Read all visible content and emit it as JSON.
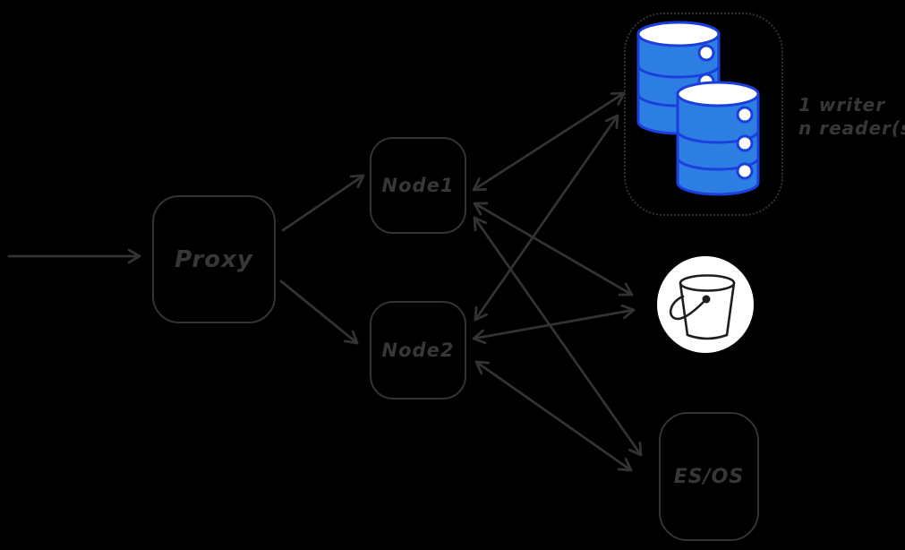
{
  "diagram": {
    "colors": {
      "background": "#000000",
      "stroke": "#333333",
      "db_fill": "#2d7ee3",
      "db_stroke": "#1b3fdd",
      "bucket_background": "#ffffff",
      "bucket_stroke": "#1e1e1e"
    },
    "nodes": {
      "proxy": {
        "label": "Proxy"
      },
      "node1": {
        "label": "Node1"
      },
      "node2": {
        "label": "Node2"
      },
      "es_os": {
        "label": "ES/OS"
      },
      "database_cluster": {
        "icon": "database-cylinders-icon",
        "annotation": [
          "1 writer",
          "n reader(s)"
        ]
      },
      "object_storage": {
        "icon": "bucket-icon"
      }
    },
    "edges": [
      {
        "from": "client",
        "to": "proxy",
        "type": "arrow"
      },
      {
        "from": "proxy",
        "to": "node1",
        "type": "arrow"
      },
      {
        "from": "proxy",
        "to": "node2",
        "type": "arrow"
      },
      {
        "from": "node1",
        "to": "database_cluster",
        "type": "double-arrow"
      },
      {
        "from": "node2",
        "to": "database_cluster",
        "type": "double-arrow"
      },
      {
        "from": "node1",
        "to": "object_storage",
        "type": "double-arrow"
      },
      {
        "from": "node2",
        "to": "object_storage",
        "type": "double-arrow"
      },
      {
        "from": "node1",
        "to": "es_os",
        "type": "double-arrow"
      },
      {
        "from": "node2",
        "to": "es_os",
        "type": "double-arrow"
      }
    ]
  }
}
